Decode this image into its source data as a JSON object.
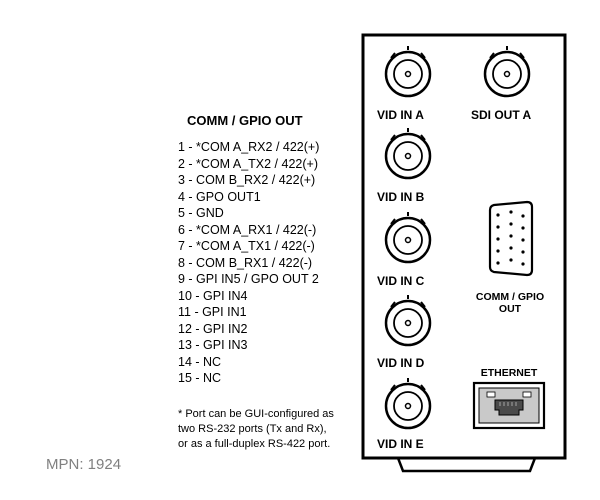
{
  "pinout": {
    "title": "COMM / GPIO OUT",
    "pins": [
      "1 - *COM A_RX2 / 422(+)",
      "2 - *COM A_TX2 / 422(+)",
      "3 - COM B_RX2 / 422(+)",
      "4 - GPO OUT1",
      "5 - GND",
      "6 - *COM A_RX1 / 422(-)",
      "7 - *COM A_TX1 / 422(-)",
      "8 - COM B_RX1 / 422(-)",
      "9 - GPI IN5 / GPO OUT 2",
      "10 - GPI IN4",
      "11 - GPI IN1",
      "12 - GPI IN2",
      "13 - GPI IN3",
      "14 - NC",
      "15 - NC"
    ],
    "footnote": [
      "* Port can be GUI-configured as",
      "two RS-232 ports (Tx and Rx),",
      "or as a full-duplex RS-422 port."
    ]
  },
  "mpn": "MPN: 1924",
  "panel": {
    "connectors": {
      "vid_in_a": "VID IN A",
      "sdi_out_a": "SDI OUT A",
      "vid_in_b": "VID IN B",
      "vid_in_c": "VID IN C",
      "vid_in_d": "VID IN D",
      "vid_in_e": "VID IN E",
      "comm_gpio_line1": "COMM / GPIO",
      "comm_gpio_line2": "OUT",
      "ethernet": "ETHERNET"
    }
  }
}
